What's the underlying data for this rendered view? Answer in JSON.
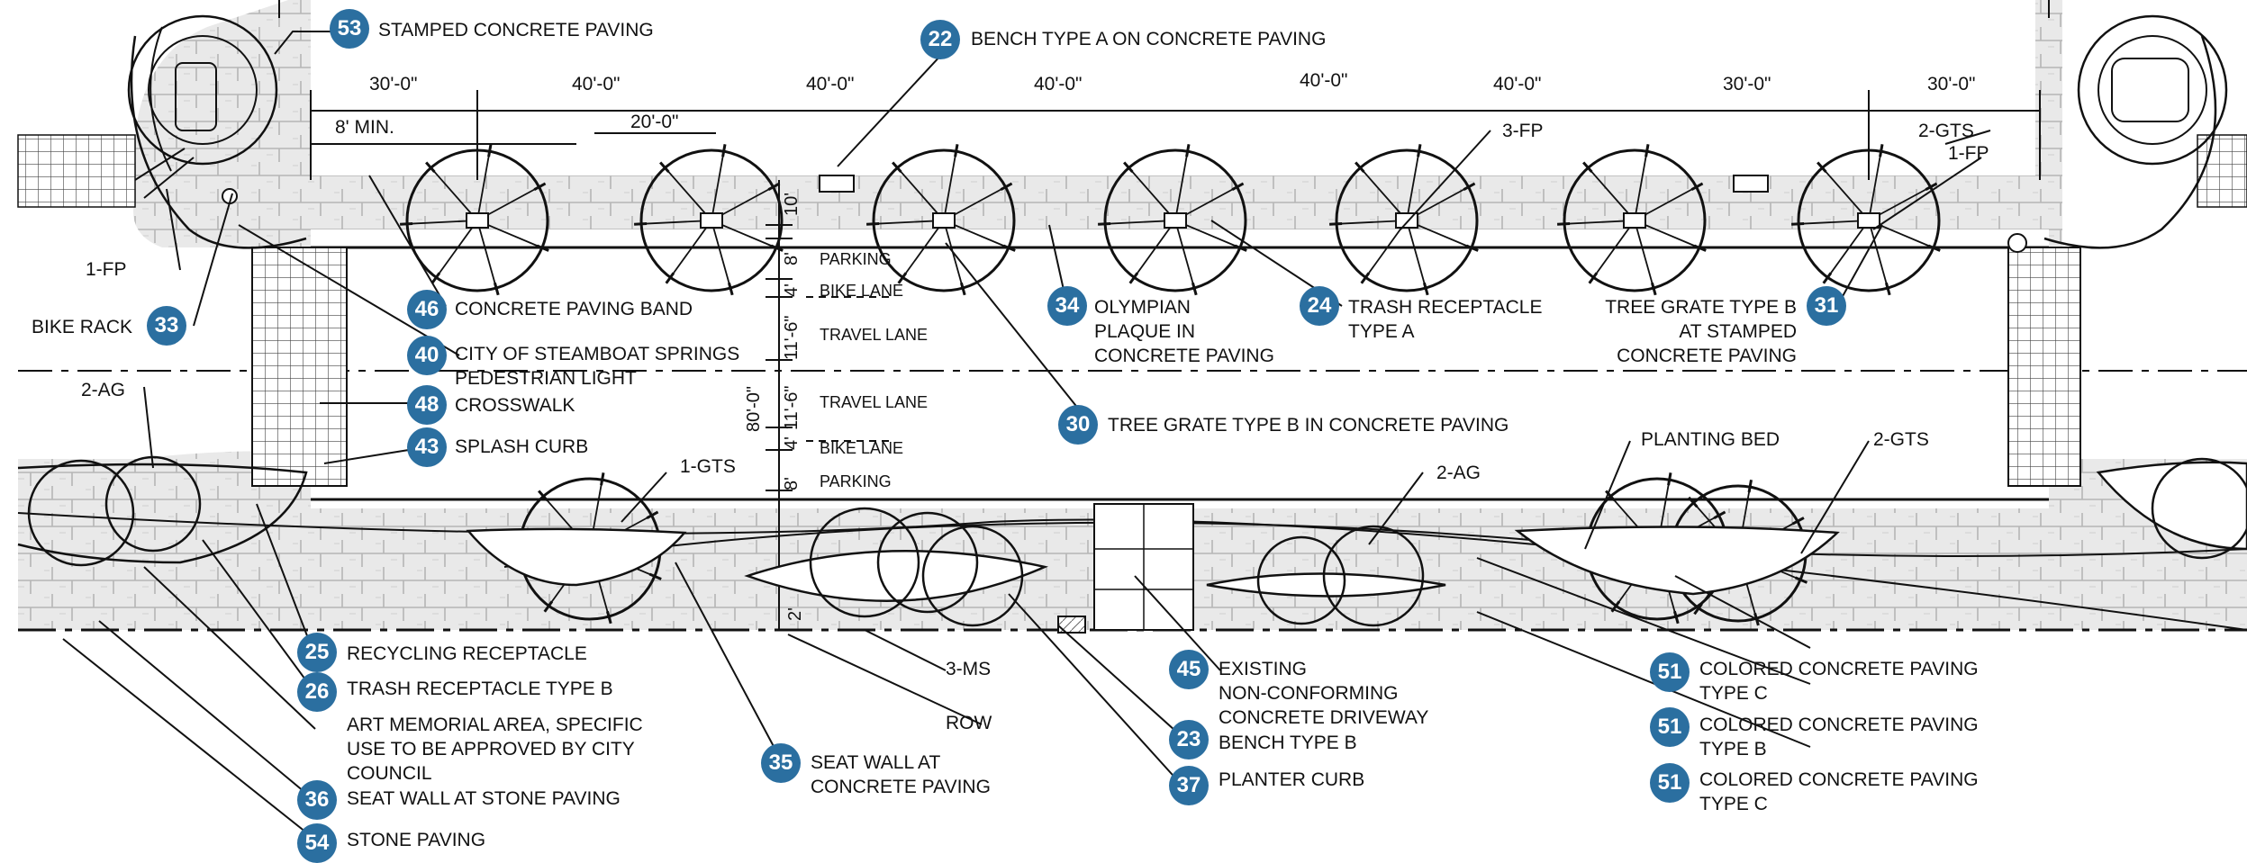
{
  "dimensions": {
    "top": [
      "30'-0\"",
      "40'-0\"",
      "40'-0\"",
      "40'-0\"",
      "40'-0\"",
      "40'-0\"",
      "30'-0\""
    ],
    "twenty": "20'-0\"",
    "eight_min": "8' MIN.",
    "vertical": [
      "10'",
      "8'",
      "4'",
      "11'-6\"",
      "11'-6\"",
      "4'",
      "8'",
      "2'"
    ],
    "total": "80'-0\""
  },
  "lanes": [
    "PARKING",
    "BIKE LANE",
    "TRAVEL LANE",
    "TRAVEL LANE",
    "BIKE LANE",
    "PARKING"
  ],
  "codes": {
    "fp1": "1-FP",
    "fp1b": "1-FP",
    "fp3": "3-FP",
    "gts2a": "2-GTS",
    "gts2b": "2-GTS",
    "gts1": "1-GTS",
    "ag2a": "2-AG",
    "ag2b": "2-AG",
    "ms3": "3-MS",
    "row": "ROW",
    "planting": "PLANTING BED"
  },
  "callouts": [
    {
      "n": "53",
      "lines": [
        "STAMPED CONCRETE PAVING"
      ]
    },
    {
      "n": "22",
      "lines": [
        "BENCH TYPE A ON CONCRETE PAVING"
      ]
    },
    {
      "n": "46",
      "lines": [
        "CONCRETE PAVING BAND"
      ]
    },
    {
      "n": "40",
      "lines": [
        "CITY OF STEAMBOAT SPRINGS",
        "PEDESTRIAN LIGHT"
      ]
    },
    {
      "n": "48",
      "lines": [
        "CROSSWALK"
      ]
    },
    {
      "n": "43",
      "lines": [
        "SPLASH CURB"
      ]
    },
    {
      "n": "33",
      "lines": [
        "BIKE RACK"
      ]
    },
    {
      "n": "34",
      "lines": [
        "OLYMPIAN",
        "PLAQUE IN",
        "CONCRETE PAVING"
      ]
    },
    {
      "n": "24",
      "lines": [
        "TRASH RECEPTACLE",
        "TYPE A"
      ]
    },
    {
      "n": "31",
      "lines": [
        "TREE GRATE TYPE B",
        "AT STAMPED",
        "CONCRETE PAVING"
      ]
    },
    {
      "n": "30",
      "lines": [
        "TREE GRATE TYPE B IN CONCRETE PAVING"
      ]
    },
    {
      "n": "25",
      "lines": [
        "RECYCLING RECEPTACLE"
      ]
    },
    {
      "n": "26",
      "lines": [
        "TRASH RECEPTACLE TYPE B"
      ]
    },
    {
      "n": "",
      "lines": [
        "ART MEMORIAL AREA, SPECIFIC",
        "USE TO BE APPROVED BY CITY",
        "COUNCIL"
      ]
    },
    {
      "n": "36",
      "lines": [
        "SEAT WALL AT STONE PAVING"
      ]
    },
    {
      "n": "54",
      "lines": [
        "STONE PAVING"
      ]
    },
    {
      "n": "35",
      "lines": [
        "SEAT WALL AT",
        "CONCRETE PAVING"
      ]
    },
    {
      "n": "45",
      "lines": [
        "EXISTING",
        "NON-CONFORMING",
        "CONCRETE DRIVEWAY"
      ]
    },
    {
      "n": "23",
      "lines": [
        "BENCH TYPE B"
      ]
    },
    {
      "n": "37",
      "lines": [
        "PLANTER CURB"
      ]
    },
    {
      "n": "51",
      "lines": [
        "COLORED CONCRETE PAVING",
        "TYPE C"
      ]
    },
    {
      "n": "51",
      "lines": [
        "COLORED CONCRETE PAVING",
        "TYPE B"
      ]
    },
    {
      "n": "51",
      "lines": [
        "COLORED CONCRETE PAVING",
        "TYPE C"
      ]
    }
  ],
  "colors": {
    "badge": "#2b6fa0",
    "line": "#111111",
    "paving": "#e6e6e6"
  }
}
